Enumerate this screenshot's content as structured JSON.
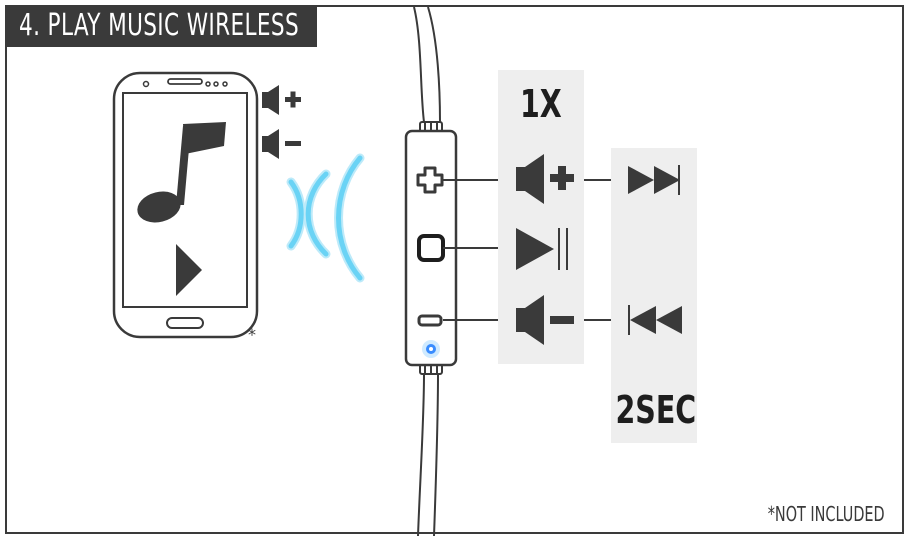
{
  "title": "4. PLAY MUSIC WIRELESS",
  "labels": {
    "press_once": "1X",
    "hold": "2SEC",
    "footnote": "*NOT INCLUDED",
    "phone_asterisk": "*"
  },
  "colors": {
    "dark": "#3a3a3a",
    "column_bg": "#eeeeee",
    "wave_blue": "#6ad3f5",
    "led_blue": "#1f7bff"
  },
  "icons": {
    "phone": [
      "volume-up-icon",
      "volume-down-icon",
      "music-note-icon",
      "play-icon"
    ],
    "remote_buttons": [
      "plus-button-icon",
      "square-button-icon",
      "minus-button-icon"
    ],
    "press_once_actions": [
      "volume-up-icon",
      "play-pause-icon",
      "volume-down-icon"
    ],
    "hold_actions": [
      "skip-forward-icon",
      "skip-back-icon"
    ],
    "misc": [
      "bluetooth-wave-icon",
      "led-indicator-icon",
      "cable"
    ]
  }
}
